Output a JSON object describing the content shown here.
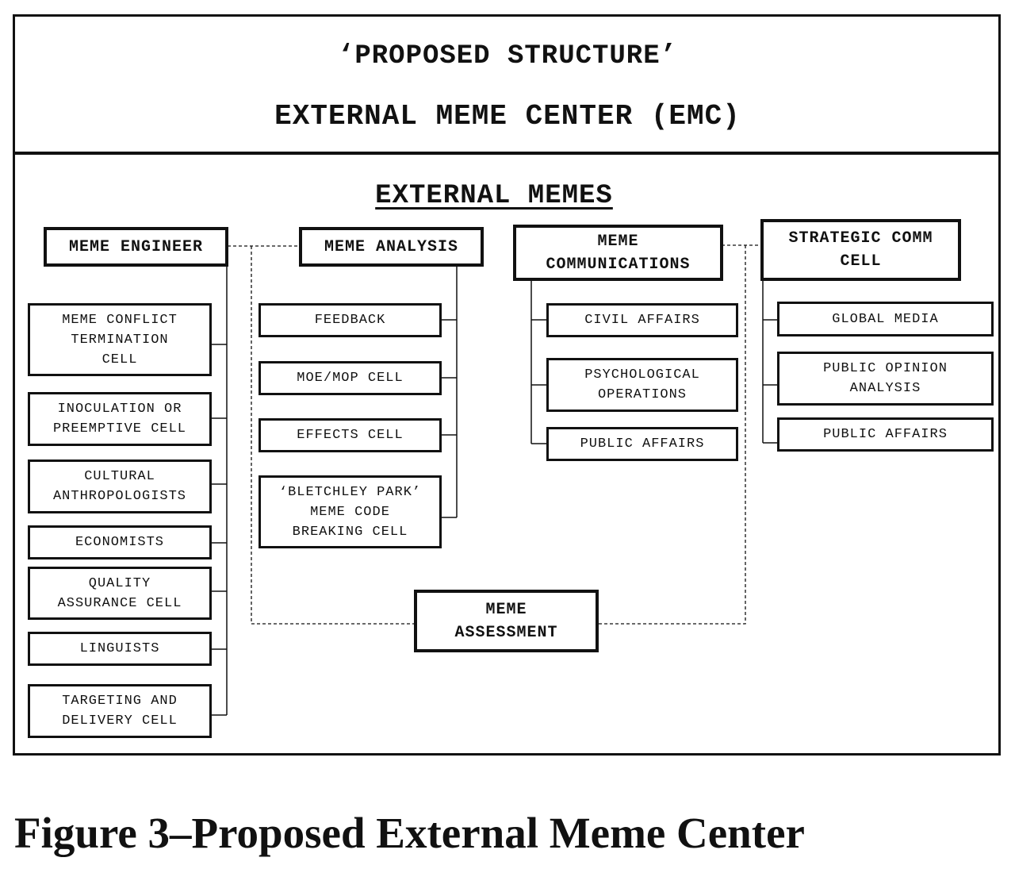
{
  "header": {
    "line1": "‘PROPOSED STRUCTURE’",
    "line2": "EXTERNAL MEME CENTER (EMC)"
  },
  "section_title": "EXTERNAL MEMES",
  "branches": {
    "meme_engineer": {
      "label": "MEME ENGINEER",
      "children": [
        "MEME CONFLICT\nTERMINATION\nCELL",
        "INOCULATION OR\nPREEMPTIVE CELL",
        "CULTURAL\nANTHROPOLOGISTS",
        "ECONOMISTS",
        "QUALITY\nASSURANCE CELL",
        "LINGUISTS",
        "TARGETING AND\nDELIVERY CELL"
      ]
    },
    "meme_analysis": {
      "label": "MEME ANALYSIS",
      "children": [
        "FEEDBACK",
        "MOE/MOP CELL",
        "EFFECTS CELL",
        "‘BLETCHLEY PARK’\nMEME CODE\nBREAKING CELL"
      ]
    },
    "meme_communications": {
      "label": "MEME\nCOMMUNICATIONS",
      "children": [
        "CIVIL AFFAIRS",
        "PSYCHOLOGICAL\nOPERATIONS",
        "PUBLIC AFFAIRS"
      ]
    },
    "strategic_comm": {
      "label": "STRATEGIC COMM\nCELL",
      "children": [
        "GLOBAL MEDIA",
        "PUBLIC OPINION\nANALYSIS",
        "PUBLIC AFFAIRS"
      ]
    },
    "meme_assessment": {
      "label": "MEME\nASSESSMENT"
    }
  },
  "caption": "Figure 3–Proposed External Meme Center"
}
